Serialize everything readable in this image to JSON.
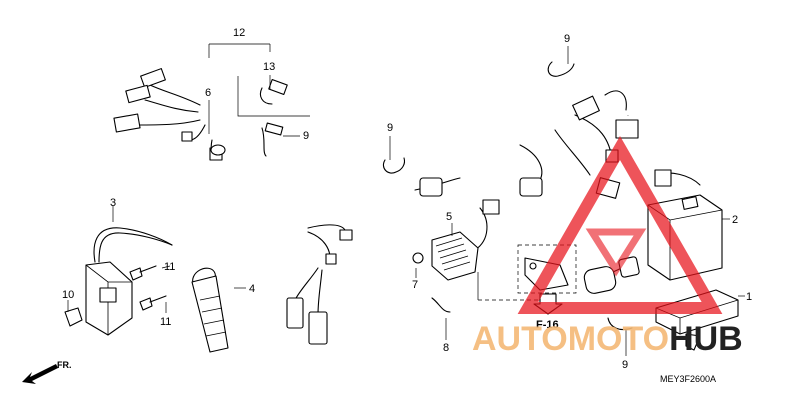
{
  "diagram": {
    "code": "MEY3F2600A",
    "reference": "F-16",
    "direction": "FR.",
    "callouts": {
      "c1": "1",
      "c2": "2",
      "c3": "3",
      "c4": "4",
      "c5": "5",
      "c6": "6",
      "c7": "7",
      "c8": "8",
      "c9a": "9",
      "c9b": "9",
      "c9c": "9",
      "c9d": "9",
      "c10": "10",
      "c11a": "11",
      "c11b": "11",
      "c12": "12",
      "c13": "13"
    }
  },
  "watermark": {
    "part1": "AUTOMOTO",
    "part2": "HUB",
    "colors": {
      "triangle": "#e8121b",
      "light_text": "#f4b976",
      "dark_text": "#222222"
    }
  }
}
